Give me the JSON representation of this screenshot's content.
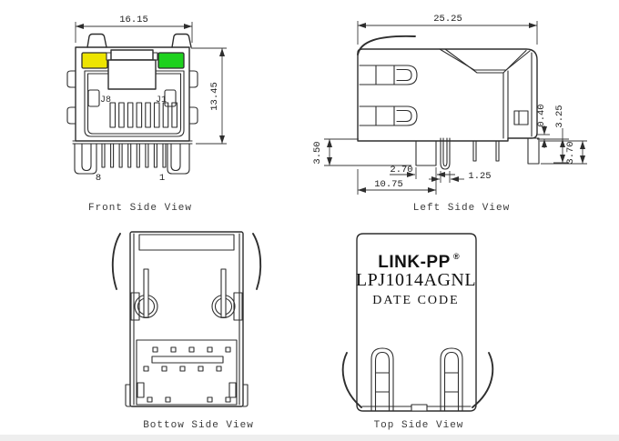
{
  "views": {
    "front": {
      "caption": "Front Side View",
      "dims": {
        "width": "16.15",
        "height": "13.45"
      },
      "labels": {
        "led_left": "J8",
        "led_right": "J1",
        "pin_left": "8",
        "pin_right": "1"
      },
      "colors": {
        "led_left": "#ede400",
        "led_right": "#1ed11e"
      }
    },
    "left": {
      "caption": "Left Side View",
      "dims": {
        "overall_depth": "25.25",
        "tab_thickness": "0.40",
        "tab_to_base": "3.25",
        "foot_height": "3.70",
        "standoff_height": "3.50",
        "post_width": "2.70",
        "post_offset": "10.75",
        "pin_width": "1.25"
      }
    },
    "bottom": {
      "caption": "Bottow Side View"
    },
    "top": {
      "caption": "Top Side View",
      "brand": "LINK-PP",
      "registered_mark": "®",
      "part_number": "LPJ1014AGNL",
      "date_code": "DATE CODE"
    }
  }
}
